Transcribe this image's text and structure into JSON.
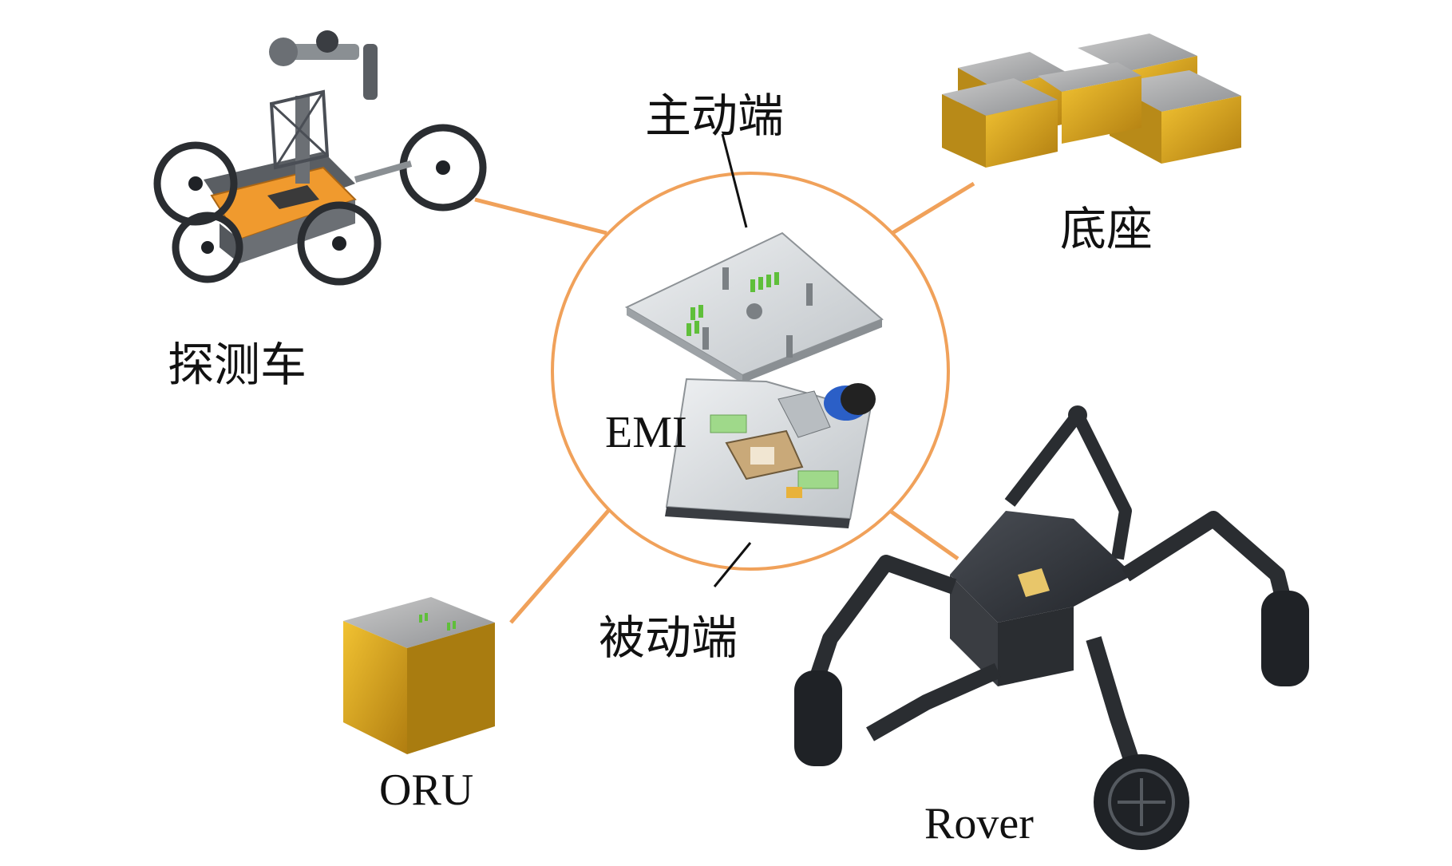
{
  "labels": {
    "active_end": "主动端",
    "base": "底座",
    "rover_cn": "探测车",
    "emi": "EMI",
    "passive_end": "被动端",
    "oru": "ORU",
    "rover_en": "Rover"
  },
  "colors": {
    "connector": "#f0a15a",
    "orange_body": "#f09a2e",
    "gold": "#d9a21f",
    "dark_frame": "#3a3d42",
    "plate": "#d6d9dc"
  }
}
